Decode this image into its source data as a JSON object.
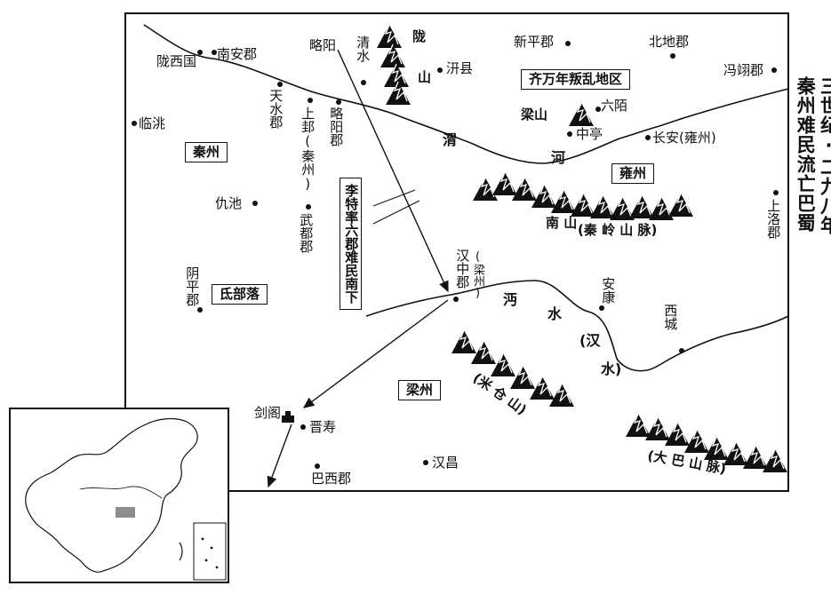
{
  "title": {
    "line1": "三世纪·二九八年",
    "line2": "秦州难民流亡巴蜀"
  },
  "regions": {
    "qinzhou": "秦州",
    "yongzhou": "雍州",
    "liangzhou": "梁州",
    "dibuluo": "氐部落",
    "rebellion": "齐万年叛乱地区",
    "migration_note": "李特率六郡难民南下"
  },
  "places": {
    "longxi": "陇西国",
    "nanan": "南安郡",
    "lintao": "临洮",
    "tianshui": "天水郡",
    "shanggui": "上邽(秦州)",
    "lueyang_town": "略阳",
    "lueyang_jun": "略阳郡",
    "qingshui": "清水",
    "qianxian": "汧县",
    "xinping": "新平郡",
    "beidi": "北地郡",
    "pingyi": "冯翊郡",
    "liangshan": "梁山",
    "liumo": "六陌",
    "zhongting": "中亭",
    "changan": "长安(雍州)",
    "chouchi": "仇池",
    "wudu": "武都郡",
    "yinping": "阴平郡",
    "shangluo": "上洛郡",
    "hanzhong": "汉中郡",
    "hanzhong_note": "(梁州)",
    "ankang": "安康",
    "xicheng": "西城",
    "jiange": "剑阁",
    "jinshou": "晋寿",
    "bax": "巴西郡",
    "hanchang": "汉昌"
  },
  "rivers": {
    "wei_1": "渭",
    "wei_2": "河",
    "mian_1": "沔",
    "mian_2": "水",
    "han_1": "(汉",
    "han_2": "水)"
  },
  "mountains": {
    "long_1": "陇",
    "long_2": "山",
    "nanshan": "南 山",
    "qinling": "(秦 岭 山 脉)",
    "micang": "(米 仓 山)",
    "daba": "(大 巴 山 脉)"
  },
  "icons": {
    "jiange_marker": "pass-fortress-icon",
    "mountain": "mountain-range-icon",
    "town": "town-dot-icon",
    "route": "migration-arrow-icon"
  }
}
